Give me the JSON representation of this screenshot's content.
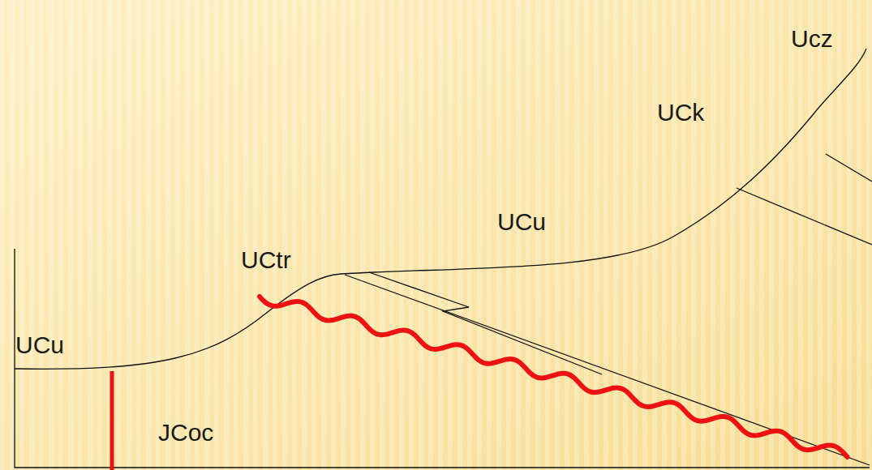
{
  "diagram": {
    "labels": [
      "Ucz",
      "UCk",
      "UCu",
      "UCtr",
      "UCu",
      "JCoc"
    ]
  }
}
